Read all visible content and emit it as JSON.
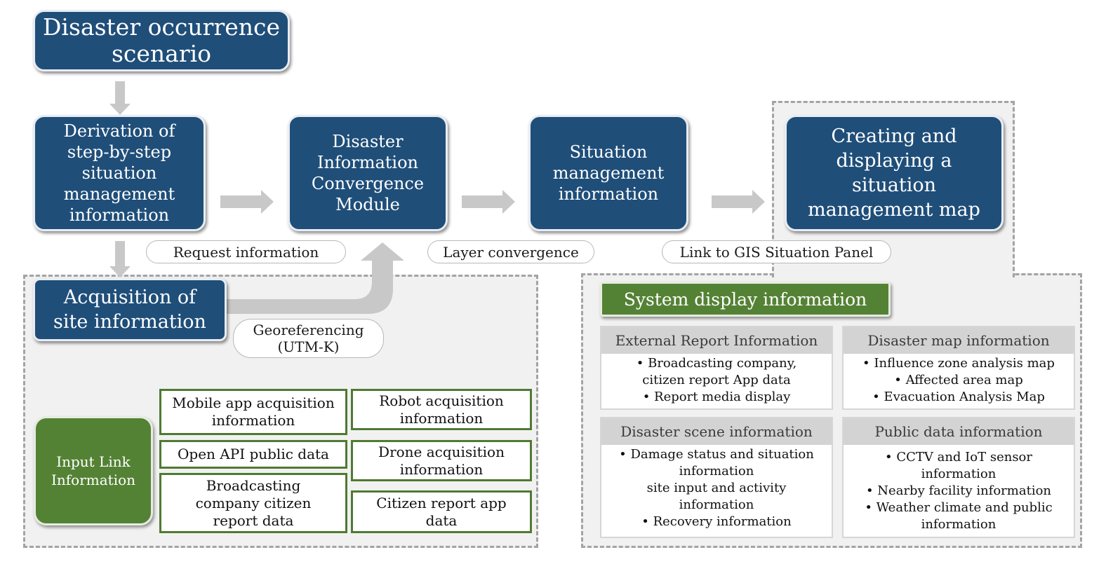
{
  "flow": {
    "scenario": "Disaster occurrence scenario",
    "derivation": "Derivation of step-by-step situation management information",
    "convergence_module": "Disaster Information Convergence Module",
    "situation_info": "Situation management information",
    "map_creation": "Creating and displaying a situation management map",
    "acquisition": "Acquisition of site information"
  },
  "labels": {
    "request": "Request information",
    "layer": "Layer convergence",
    "gis": "Link to GIS Situation Panel",
    "georef_1": "Georeferencing",
    "georef_2": "(UTM-K)"
  },
  "input": {
    "title": "Input Link Information",
    "items": [
      "Mobile app acquisition information",
      "Open API public data",
      "Broadcasting company citizen report data",
      "Robot acquisition information",
      "Drone acquisition information",
      "Citizen report app data"
    ]
  },
  "system": {
    "title": "System display information",
    "panels": [
      {
        "head": "External Report Information",
        "lines": [
          "•  Broadcasting company,",
          "citizen report App data",
          "•  Report media display"
        ]
      },
      {
        "head": "Disaster map information",
        "lines": [
          "•  Influence zone analysis map",
          "•  Affected area map",
          "•  Evacuation Analysis Map"
        ]
      },
      {
        "head": "Disaster scene information",
        "lines": [
          "•  Damage status and situation",
          "information",
          "site input and activity",
          "information",
          "•  Recovery information"
        ]
      },
      {
        "head": "Public data information",
        "lines": [
          "•  CCTV and IoT sensor",
          "information",
          "•  Nearby facility information",
          "•  Weather climate and public",
          "information"
        ]
      }
    ]
  }
}
